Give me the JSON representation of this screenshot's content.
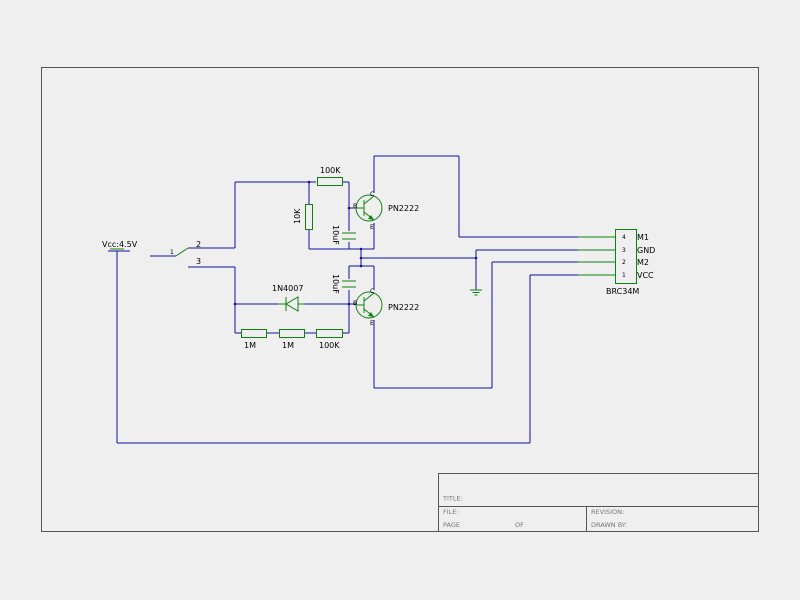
{
  "colors": {
    "wire": "#1010a0",
    "component": "#108010",
    "background": "#efefef",
    "frame": "#555555"
  },
  "labels": {
    "vcc": "Vcc:4.5V",
    "sw_pin1": "1",
    "sw_pin2": "2",
    "sw_pin3": "3",
    "r_top": "100K",
    "r_bias": "10K",
    "cap_top": "10uF",
    "cap_bot": "10uF",
    "q_top": "PN2222",
    "q_bot": "PN2222",
    "diode": "1N4007",
    "r1": "1M",
    "r2": "1M",
    "r3": "100K",
    "connector": "BRC34M",
    "q_b": "B",
    "q_c": "C",
    "q_e": "E"
  },
  "connector_pins": [
    {
      "num": "4",
      "name": "M1"
    },
    {
      "num": "3",
      "name": "GND"
    },
    {
      "num": "2",
      "name": "M2"
    },
    {
      "num": "1",
      "name": "VCC"
    }
  ],
  "title_block": {
    "title": "TITLE:",
    "file": "FILE:",
    "page": "PAGE",
    "of": "OF",
    "revision": "REVISION:",
    "drawn_by": "DRAWN BY:"
  }
}
